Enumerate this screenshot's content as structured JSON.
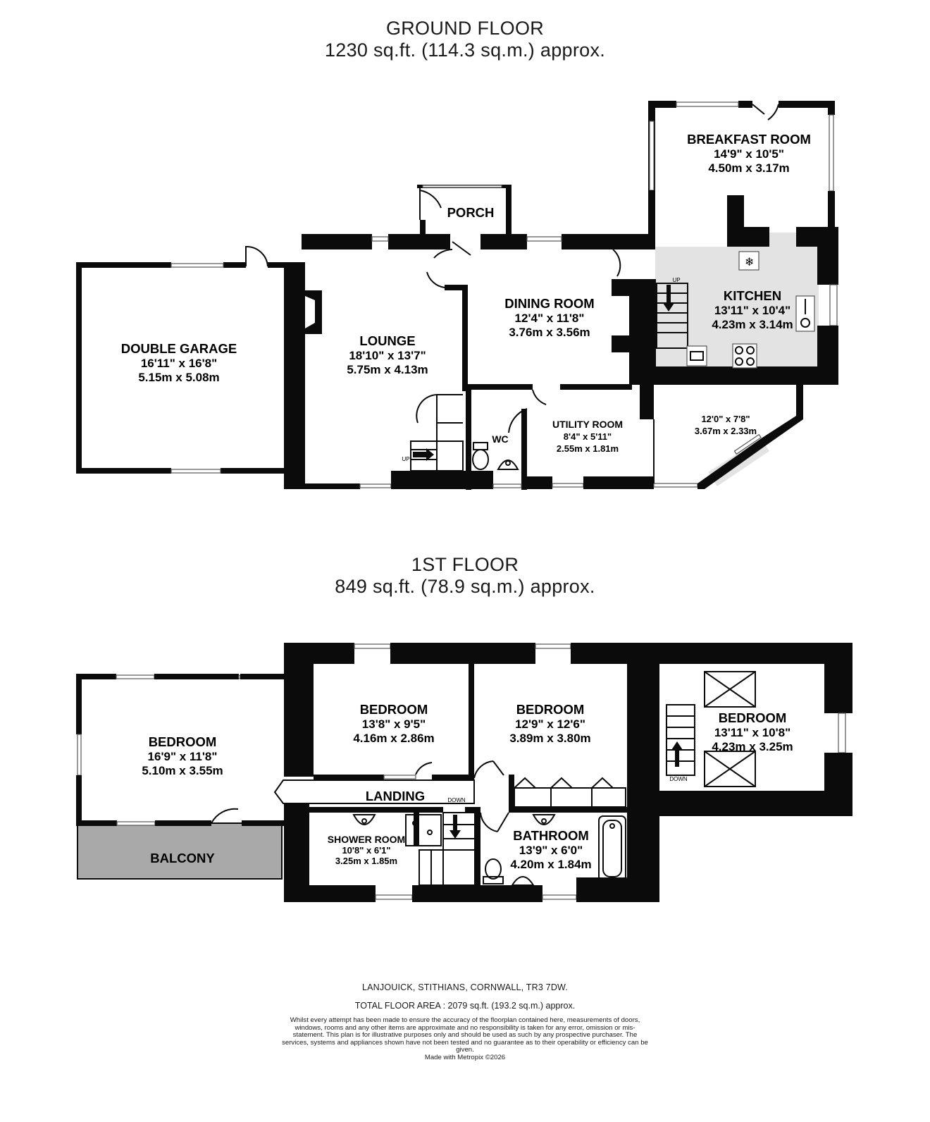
{
  "ground_floor": {
    "title": "GROUND FLOOR",
    "area": "1230 sq.ft. (114.3 sq.m.) approx.",
    "rooms": [
      {
        "name": "DOUBLE GARAGE",
        "imperial": "16'11\"  x 16'8\"",
        "metric": "5.15m  x 5.08m"
      },
      {
        "name": "LOUNGE",
        "imperial": "18'10\"  x 13'7\"",
        "metric": "5.75m  x 4.13m"
      },
      {
        "name": "PORCH"
      },
      {
        "name": "DINING ROOM",
        "imperial": "12'4\"  x 11'8\"",
        "metric": "3.76m  x 3.56m"
      },
      {
        "name": "BREAKFAST ROOM",
        "imperial": "14'9\"  x 10'5\"",
        "metric": "4.50m  x 3.17m"
      },
      {
        "name": "KITCHEN",
        "imperial": "13'11\"  x 10'4\"",
        "metric": "4.23m  x 3.14m"
      },
      {
        "name": "WC"
      },
      {
        "name": "UTILITY ROOM",
        "imperial": "8'4\"  x 5'11\"",
        "metric": "2.55m  x 1.81m"
      },
      {
        "imperial": "12'0\"  x 7'8\"",
        "metric": "3.67m  x 2.33m"
      }
    ],
    "stair_labels": [
      "UP",
      "UP"
    ]
  },
  "first_floor": {
    "title": "1ST FLOOR",
    "area": "849 sq.ft. (78.9 sq.m.) approx.",
    "rooms": [
      {
        "name": "BEDROOM",
        "imperial": "16'9\"  x 11'8\"",
        "metric": "5.10m  x 3.55m"
      },
      {
        "name": "BALCONY"
      },
      {
        "name": "BEDROOM",
        "imperial": "13'8\"  x 9'5\"",
        "metric": "4.16m  x 2.86m"
      },
      {
        "name": "BEDROOM",
        "imperial": "12'9\"  x 12'6\"",
        "metric": "3.89m  x 3.80m"
      },
      {
        "name": "BEDROOM",
        "imperial": "13'11\"  x 10'8\"",
        "metric": "4.23m  x 3.25m"
      },
      {
        "name": "LANDING"
      },
      {
        "name": "SHOWER ROOM",
        "imperial": "10'8\"  x 6'1\"",
        "metric": "3.25m  x 1.85m"
      },
      {
        "name": "BATHROOM",
        "imperial": "13'9\"  x 6'0\"",
        "metric": "4.20m  x 1.84m"
      }
    ],
    "stair_labels": [
      "DOWN",
      "DOWN"
    ]
  },
  "footer": {
    "address": "LANJOUICK, STITHIANS, CORNWALL, TR3 7DW.",
    "total_area": "TOTAL FLOOR AREA : 2079 sq.ft. (193.2 sq.m.) approx.",
    "disclaimer": "Whilst every attempt has been made to ensure the accuracy of the floorplan contained here, measurements of doors, windows, rooms and any other items are approximate and no responsibility is taken for any error, omission or mis-statement. This plan is for illustrative purposes only and should be used as such by any prospective purchaser. The services, systems and appliances shown have not been tested and no guarantee as to their operability or efficiency can be given.",
    "credit": "Made with Metropix ©2026"
  },
  "colors": {
    "wall": "#0b0b0b",
    "kitchen_floor": "#e3e3e3",
    "balcony": "#a9a9a9"
  },
  "icons": [
    "hob-icon",
    "sink-icon",
    "microwave-icon",
    "cooker-icon",
    "toilet-icon",
    "basin-icon",
    "bath-icon",
    "shower-tray-icon",
    "skylight-icon",
    "wardrobe-icon",
    "fireplace-icon",
    "stair-arrow-icon"
  ]
}
